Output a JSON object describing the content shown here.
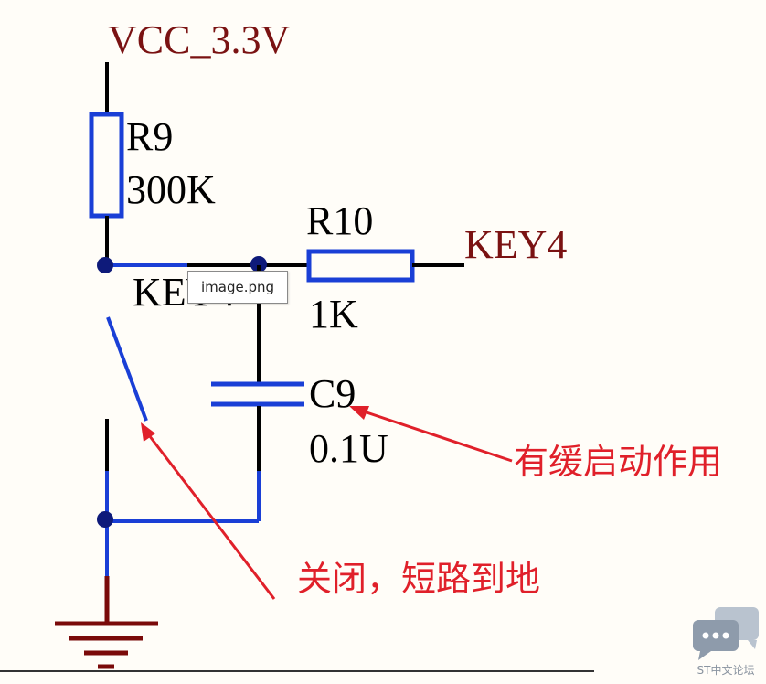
{
  "nets": {
    "vcc_label": "VCC_3.3V",
    "key4_label": "KEY4"
  },
  "components": {
    "r9": {
      "ref": "R9",
      "value": "300K"
    },
    "r10": {
      "ref": "R10",
      "value": "1K"
    },
    "c9": {
      "ref": "C9",
      "value": "0.1U"
    },
    "switch_ref_partial": "KEY4"
  },
  "annotations": {
    "capacitor_note": "有缓启动作用",
    "switch_note": "关闭，短路到地"
  },
  "tooltip": {
    "text": "image.png"
  },
  "watermark": {
    "text": "ST中文论坛",
    "icon": "chat-bubbles-icon"
  },
  "colors": {
    "wire": "#000000",
    "component": "#1a3fd6",
    "ground": "#7a0a0a",
    "label": "#7a1212",
    "annotation": "#e0202a"
  }
}
